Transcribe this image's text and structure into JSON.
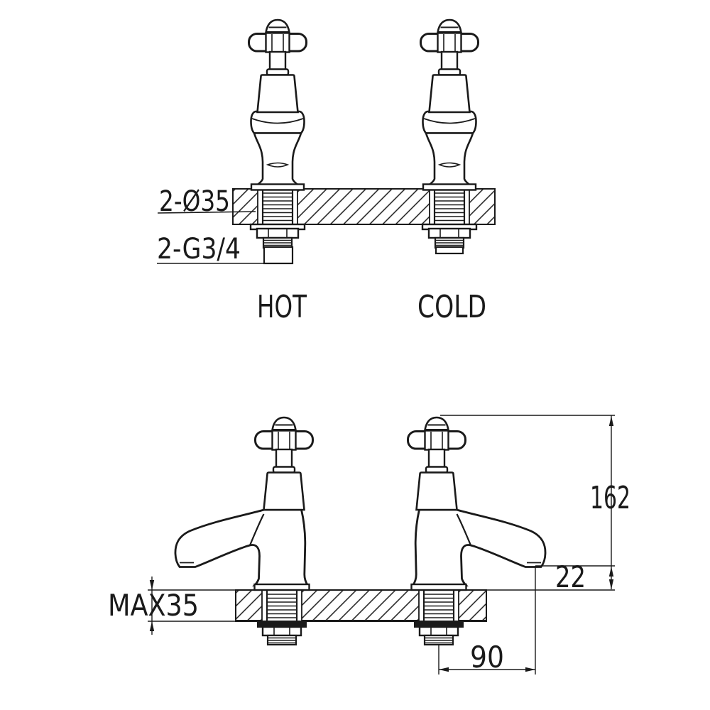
{
  "page": {
    "background": "#ffffff",
    "line_color": "#1a1a1a",
    "description": "Technical installation drawing of a pair of cross-head pillar taps"
  },
  "installation_view": {
    "labels": {
      "tail_holes": "2-Ø35",
      "tail_thread": "2-G3/4",
      "left_tap": "HOT",
      "right_tap": "COLD"
    }
  },
  "dimension_view": {
    "overall_height": "162",
    "spout_to_deck": "22",
    "max_deck_thickness": "MAX35",
    "spout_reach": "90"
  }
}
